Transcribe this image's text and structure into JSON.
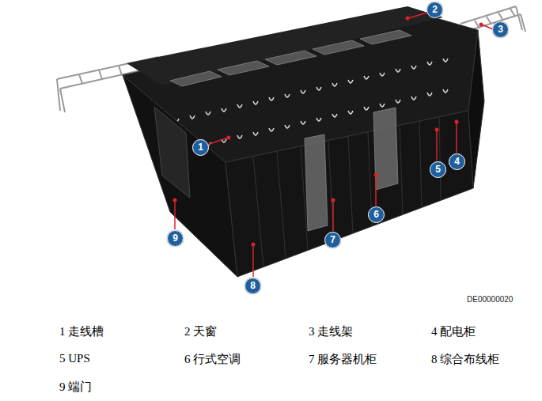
{
  "diagram": {
    "labels": [
      "1",
      "2",
      "3",
      "4",
      "5",
      "6",
      "7",
      "8",
      "9",
      "DE00000020",
      "1 走线槽",
      "2 天窗",
      "3 走线架",
      "4 配电柜",
      "5 UPS",
      "6 行式空调",
      "7 服务器机柜",
      "8 综合布线柜",
      "9 端门"
    ]
  }
}
